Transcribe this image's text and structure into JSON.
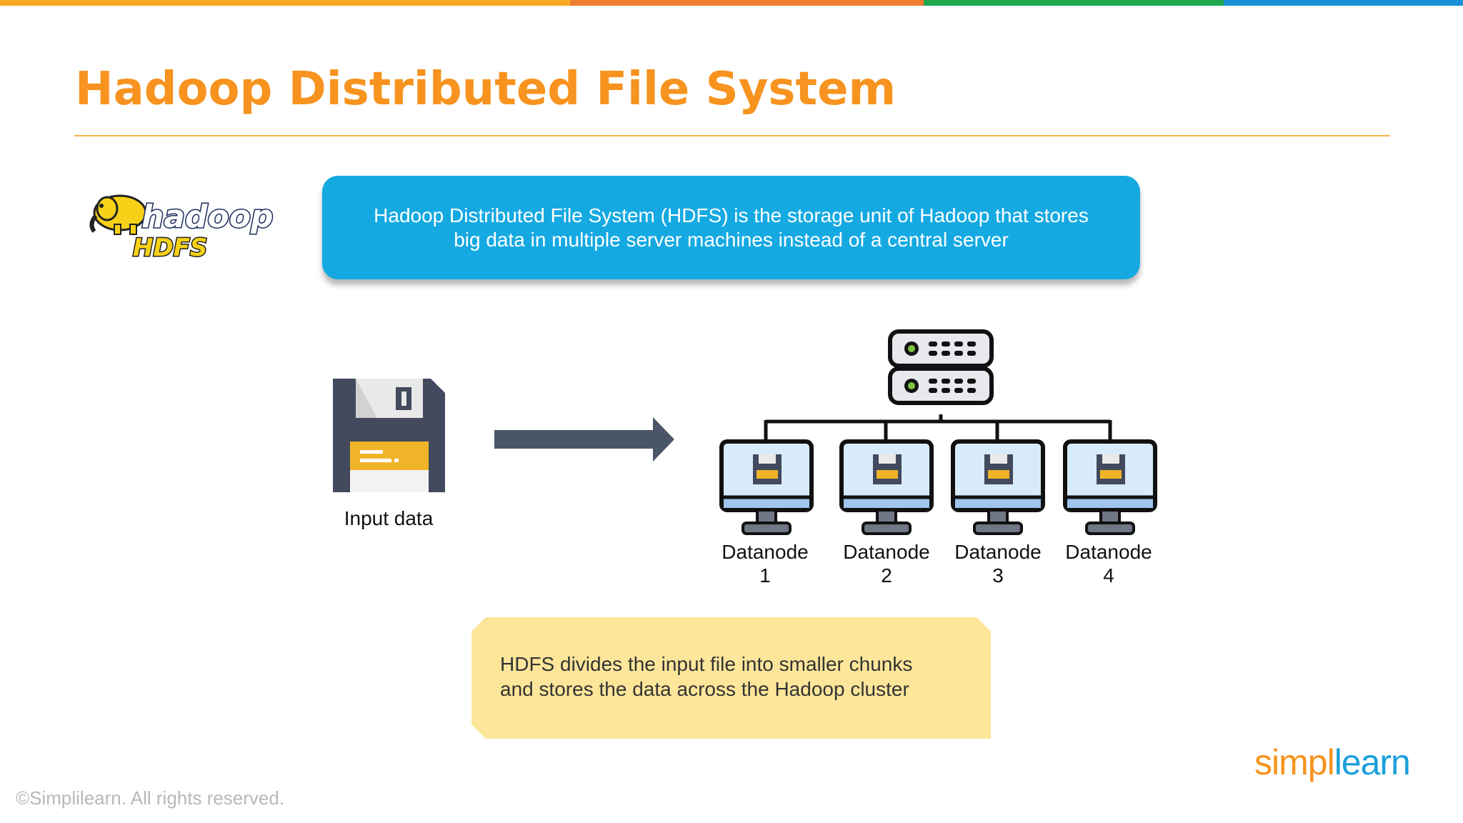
{
  "title": "Hadoop Distributed File System",
  "logo": {
    "word": "hadoop",
    "sub": "HDFS"
  },
  "definition": "Hadoop Distributed File System (HDFS) is the storage unit of Hadoop that stores big data in multiple server machines instead of a central server",
  "input_label": "Input data",
  "datanodes": [
    {
      "line1": "Datanode",
      "line2": "1"
    },
    {
      "line1": "Datanode",
      "line2": "2"
    },
    {
      "line1": "Datanode",
      "line2": "3"
    },
    {
      "line1": "Datanode",
      "line2": "4"
    }
  ],
  "note": {
    "line1": "HDFS divides the input file into smaller chunks",
    "line2": "and stores the data across the Hadoop cluster"
  },
  "footer": {
    "copyright": "©Simplilearn. All rights reserved.",
    "brand_part1": "simpl",
    "brand_part2": "learn"
  },
  "colors": {
    "title": "#f7931e",
    "info_box": "#15a9e2",
    "note": "#fde69a",
    "arrow": "#4a5568",
    "topbar": [
      "#f9a825",
      "#ef7d30",
      "#1fa84f",
      "#1a8fd6"
    ]
  },
  "icons": [
    "floppy-disk-icon",
    "right-arrow-icon",
    "server-icon",
    "monitor-icon"
  ]
}
